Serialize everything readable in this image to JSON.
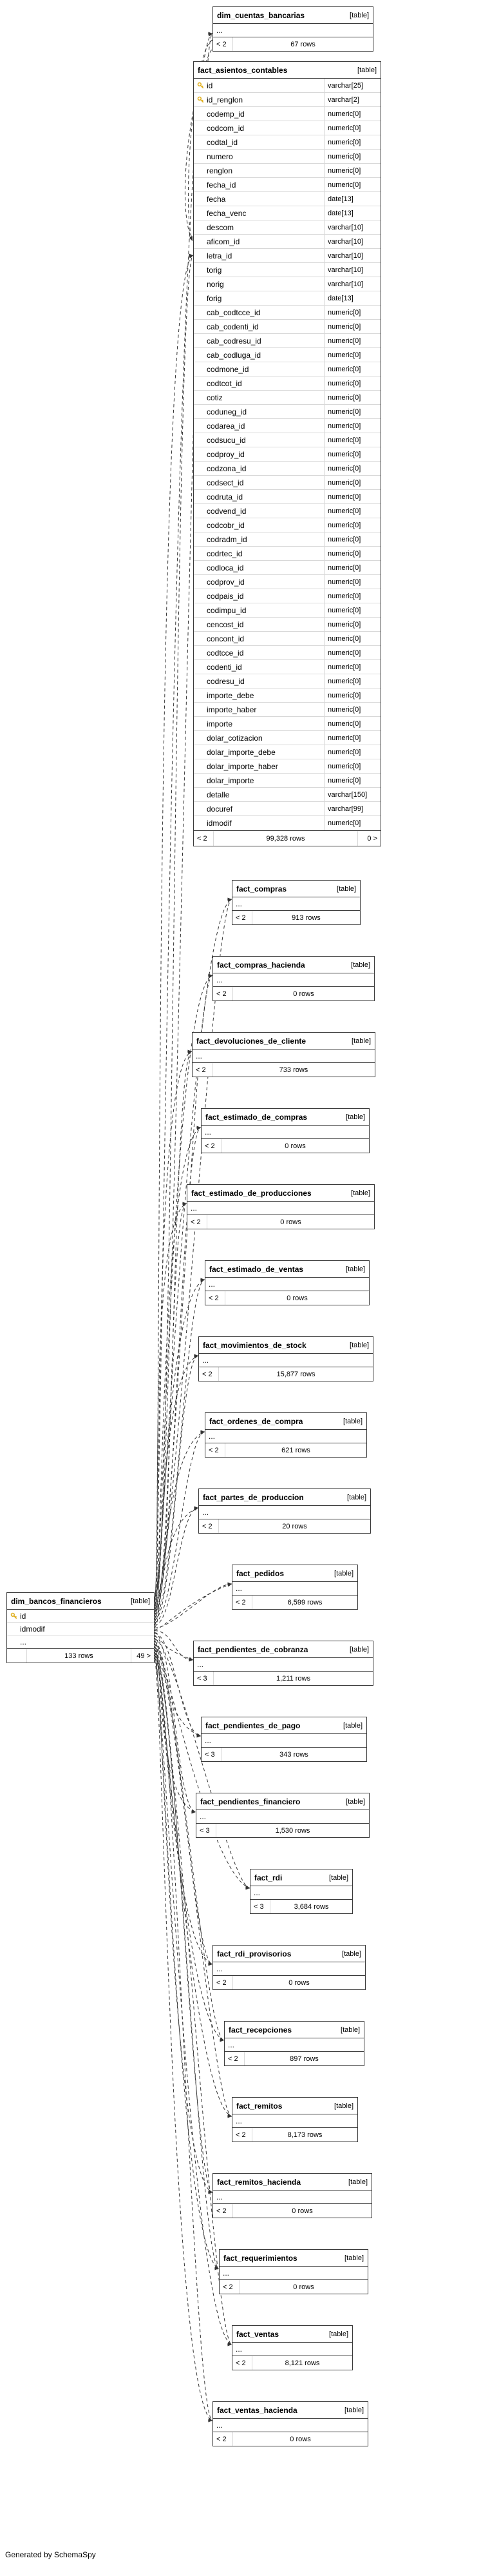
{
  "page": {
    "generator_note": "Generated by SchemaSpy"
  },
  "colors": {
    "primary_key_icon": "#dfae1c",
    "edge": "#333333",
    "box_border": "#3a3a3a"
  },
  "diagram": {
    "tables": [
      {
        "name": "dim_cuentas_bancarias",
        "tag": "[table]",
        "columns": [
          {
            "name": "..."
          }
        ],
        "footer": {
          "left": "< 2",
          "center": "67 rows",
          "right": ""
        }
      },
      {
        "name": "fact_asientos_contables",
        "tag": "[table]",
        "columns": [
          {
            "icon": "key",
            "name": "id",
            "type": "varchar[25]"
          },
          {
            "icon": "key",
            "name": "id_renglon",
            "type": "varchar[2]"
          },
          {
            "name": "codemp_id",
            "type": "numeric[0]"
          },
          {
            "name": "codcom_id",
            "type": "numeric[0]"
          },
          {
            "name": "codtal_id",
            "type": "numeric[0]"
          },
          {
            "name": "numero",
            "type": "numeric[0]"
          },
          {
            "name": "renglon",
            "type": "numeric[0]"
          },
          {
            "name": "fecha_id",
            "type": "numeric[0]"
          },
          {
            "name": "fecha",
            "type": "date[13]"
          },
          {
            "name": "fecha_venc",
            "type": "date[13]"
          },
          {
            "name": "descom",
            "type": "varchar[10]"
          },
          {
            "name": "aficom_id",
            "type": "varchar[10]"
          },
          {
            "name": "letra_id",
            "type": "varchar[10]"
          },
          {
            "name": "torig",
            "type": "varchar[10]"
          },
          {
            "name": "norig",
            "type": "varchar[10]"
          },
          {
            "name": "forig",
            "type": "date[13]"
          },
          {
            "name": "cab_codtcce_id",
            "type": "numeric[0]"
          },
          {
            "name": "cab_codenti_id",
            "type": "numeric[0]"
          },
          {
            "name": "cab_codresu_id",
            "type": "numeric[0]"
          },
          {
            "name": "cab_codluga_id",
            "type": "numeric[0]"
          },
          {
            "name": "codmone_id",
            "type": "numeric[0]"
          },
          {
            "name": "codtcot_id",
            "type": "numeric[0]"
          },
          {
            "name": "cotiz",
            "type": "numeric[0]"
          },
          {
            "name": "coduneg_id",
            "type": "numeric[0]"
          },
          {
            "name": "codarea_id",
            "type": "numeric[0]"
          },
          {
            "name": "codsucu_id",
            "type": "numeric[0]"
          },
          {
            "name": "codproy_id",
            "type": "numeric[0]"
          },
          {
            "name": "codzona_id",
            "type": "numeric[0]"
          },
          {
            "name": "codsect_id",
            "type": "numeric[0]"
          },
          {
            "name": "codruta_id",
            "type": "numeric[0]"
          },
          {
            "name": "codvend_id",
            "type": "numeric[0]"
          },
          {
            "name": "codcobr_id",
            "type": "numeric[0]"
          },
          {
            "name": "codradm_id",
            "type": "numeric[0]"
          },
          {
            "name": "codrtec_id",
            "type": "numeric[0]"
          },
          {
            "name": "codloca_id",
            "type": "numeric[0]"
          },
          {
            "name": "codprov_id",
            "type": "numeric[0]"
          },
          {
            "name": "codpais_id",
            "type": "numeric[0]"
          },
          {
            "name": "codimpu_id",
            "type": "numeric[0]"
          },
          {
            "name": "cencost_id",
            "type": "numeric[0]"
          },
          {
            "name": "concont_id",
            "type": "numeric[0]"
          },
          {
            "name": "codtcce_id",
            "type": "numeric[0]"
          },
          {
            "name": "codenti_id",
            "type": "numeric[0]"
          },
          {
            "name": "codresu_id",
            "type": "numeric[0]"
          },
          {
            "name": "importe_debe",
            "type": "numeric[0]"
          },
          {
            "name": "importe_haber",
            "type": "numeric[0]"
          },
          {
            "name": "importe",
            "type": "numeric[0]"
          },
          {
            "name": "dolar_cotizacion",
            "type": "numeric[0]"
          },
          {
            "name": "dolar_importe_debe",
            "type": "numeric[0]"
          },
          {
            "name": "dolar_importe_haber",
            "type": "numeric[0]"
          },
          {
            "name": "dolar_importe",
            "type": "numeric[0]"
          },
          {
            "name": "detalle",
            "type": "varchar[150]"
          },
          {
            "name": "docuref",
            "type": "varchar[99]"
          },
          {
            "name": "idmodif",
            "type": "numeric[0]"
          }
        ],
        "footer": {
          "left": "< 2",
          "center": "99,328 rows",
          "right": "0 >"
        }
      },
      {
        "name": "fact_compras",
        "tag": "[table]",
        "columns": [
          {
            "name": "..."
          }
        ],
        "footer": {
          "left": "< 2",
          "center": "913 rows",
          "right": ""
        }
      },
      {
        "name": "fact_compras_hacienda",
        "tag": "[table]",
        "columns": [
          {
            "name": "..."
          }
        ],
        "footer": {
          "left": "< 2",
          "center": "0 rows",
          "right": ""
        }
      },
      {
        "name": "fact_devoluciones_de_cliente",
        "tag": "[table]",
        "columns": [
          {
            "name": "..."
          }
        ],
        "footer": {
          "left": "< 2",
          "center": "733 rows",
          "right": ""
        }
      },
      {
        "name": "fact_estimado_de_compras",
        "tag": "[table]",
        "columns": [
          {
            "name": "..."
          }
        ],
        "footer": {
          "left": "< 2",
          "center": "0 rows",
          "right": ""
        }
      },
      {
        "name": "fact_estimado_de_producciones",
        "tag": "[table]",
        "columns": [
          {
            "name": "..."
          }
        ],
        "footer": {
          "left": "< 2",
          "center": "0 rows",
          "right": ""
        }
      },
      {
        "name": "fact_estimado_de_ventas",
        "tag": "[table]",
        "columns": [
          {
            "name": "..."
          }
        ],
        "footer": {
          "left": "< 2",
          "center": "0 rows",
          "right": ""
        }
      },
      {
        "name": "fact_movimientos_de_stock",
        "tag": "[table]",
        "columns": [
          {
            "name": "..."
          }
        ],
        "footer": {
          "left": "< 2",
          "center": "15,877 rows",
          "right": ""
        }
      },
      {
        "name": "fact_ordenes_de_compra",
        "tag": "[table]",
        "columns": [
          {
            "name": "..."
          }
        ],
        "footer": {
          "left": "< 2",
          "center": "621 rows",
          "right": ""
        }
      },
      {
        "name": "fact_partes_de_produccion",
        "tag": "[table]",
        "columns": [
          {
            "name": "..."
          }
        ],
        "footer": {
          "left": "< 2",
          "center": "20 rows",
          "right": ""
        }
      },
      {
        "name": "fact_pedidos",
        "tag": "[table]",
        "columns": [
          {
            "name": "..."
          }
        ],
        "footer": {
          "left": "< 2",
          "center": "6,599 rows",
          "right": ""
        }
      },
      {
        "name": "fact_pendientes_de_cobranza",
        "tag": "[table]",
        "columns": [
          {
            "name": "..."
          }
        ],
        "footer": {
          "left": "< 3",
          "center": "1,211 rows",
          "right": ""
        }
      },
      {
        "name": "fact_pendientes_de_pago",
        "tag": "[table]",
        "columns": [
          {
            "name": "..."
          }
        ],
        "footer": {
          "left": "< 3",
          "center": "343 rows",
          "right": ""
        }
      },
      {
        "name": "fact_pendientes_financiero",
        "tag": "[table]",
        "columns": [
          {
            "name": "..."
          }
        ],
        "footer": {
          "left": "< 3",
          "center": "1,530 rows",
          "right": ""
        }
      },
      {
        "name": "fact_rdi",
        "tag": "[table]",
        "columns": [
          {
            "name": "..."
          }
        ],
        "footer": {
          "left": "< 3",
          "center": "3,684 rows",
          "right": ""
        }
      },
      {
        "name": "fact_rdi_provisorios",
        "tag": "[table]",
        "columns": [
          {
            "name": "..."
          }
        ],
        "footer": {
          "left": "< 2",
          "center": "0 rows",
          "right": ""
        }
      },
      {
        "name": "fact_recepciones",
        "tag": "[table]",
        "columns": [
          {
            "name": "..."
          }
        ],
        "footer": {
          "left": "< 2",
          "center": "897 rows",
          "right": ""
        }
      },
      {
        "name": "fact_remitos",
        "tag": "[table]",
        "columns": [
          {
            "name": "..."
          }
        ],
        "footer": {
          "left": "< 2",
          "center": "8,173 rows",
          "right": ""
        }
      },
      {
        "name": "fact_remitos_hacienda",
        "tag": "[table]",
        "columns": [
          {
            "name": "..."
          }
        ],
        "footer": {
          "left": "< 2",
          "center": "0 rows",
          "right": ""
        }
      },
      {
        "name": "fact_requerimientos",
        "tag": "[table]",
        "columns": [
          {
            "name": "..."
          }
        ],
        "footer": {
          "left": "< 2",
          "center": "0 rows",
          "right": ""
        }
      },
      {
        "name": "fact_ventas",
        "tag": "[table]",
        "columns": [
          {
            "name": "..."
          }
        ],
        "footer": {
          "left": "< 2",
          "center": "8,121 rows",
          "right": ""
        }
      },
      {
        "name": "fact_ventas_hacienda",
        "tag": "[table]",
        "columns": [
          {
            "name": "..."
          }
        ],
        "footer": {
          "left": "< 2",
          "center": "0 rows",
          "right": ""
        }
      },
      {
        "name": "dim_bancos_financieros",
        "tag": "[table]",
        "columns": [
          {
            "icon": "key",
            "name": "id"
          },
          {
            "name": "idmodif"
          },
          {
            "name": "..."
          }
        ],
        "footer": {
          "left": "",
          "center": "133 rows",
          "right": "49 >"
        }
      }
    ]
  }
}
